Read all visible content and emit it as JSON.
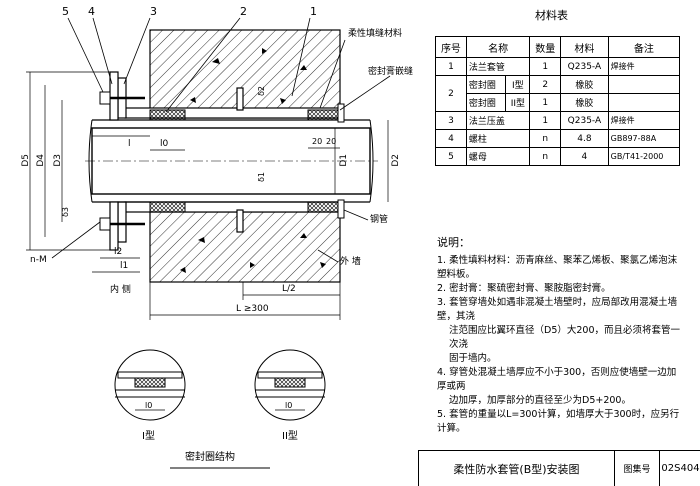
{
  "leaders": {
    "n5": "5",
    "n4": "4",
    "n3": "3",
    "n2": "2",
    "n1": "1",
    "fill_material": "柔性填缝材料",
    "sealant_seam": "密封膏嵌缝",
    "steel_pipe": "钢管",
    "outer_side": "外  墙",
    "inner_side": "内  侧",
    "bolt_spec": "n-M"
  },
  "dims": {
    "D5": "D5",
    "D4": "D4",
    "D3": "D3",
    "D1": "D1",
    "D2": "D2",
    "delta2": "δ2",
    "delta1": "δ1",
    "delta3": "δ3",
    "l": "l",
    "l0": "l0",
    "l2": "l2",
    "l1": "l1",
    "w20a": "20",
    "w20b": "20",
    "half_L": "L/2",
    "L": "L ≥300"
  },
  "table": {
    "title": "材料表",
    "headers": [
      "序号",
      "名称",
      "数量",
      "材料",
      "备注"
    ],
    "rows": [
      {
        "no": "1",
        "type": "",
        "name": "法兰套管",
        "qty": "1",
        "mat": "Q235-A",
        "note": "焊接件"
      },
      {
        "no": "2",
        "type": "I型",
        "name": "密封圈",
        "qty": "2",
        "mat": "橡胶",
        "note": ""
      },
      {
        "no": "",
        "type": "II型",
        "name": "密封圈",
        "qty": "1",
        "mat": "橡胶",
        "note": ""
      },
      {
        "no": "3",
        "type": "",
        "name": "法兰压盖",
        "qty": "1",
        "mat": "Q235-A",
        "note": "焊接件"
      },
      {
        "no": "4",
        "type": "",
        "name": "螺柱",
        "qty": "n",
        "mat": "4.8",
        "note": "GB897-88A"
      },
      {
        "no": "5",
        "type": "",
        "name": "螺母",
        "qty": "n",
        "mat": "4",
        "note": "GB/T41-2000"
      }
    ]
  },
  "notes": {
    "title": "说明：",
    "items": [
      "1. 柔性填料材料：沥青麻丝、聚苯乙烯板、聚氯乙烯泡沫塑料板。",
      "2. 密封膏：聚硫密封膏、聚胺脂密封膏。",
      "3. 套管穿墙处如遇非混凝土墙壁时，应局部改用混凝土墙壁，其浇",
      "注范围应比翼环直径（D5）大200，而且必须将套管一次浇",
      "固于墙内。",
      "4. 穿管处混凝土墙厚应不小于300，否则应使墙壁一边加厚或两",
      "边加厚，加厚部分的直径至少为D5+200。",
      "5. 套管的重量以L=300计算，如墙厚大于300时，应另行计算。"
    ]
  },
  "details": {
    "type1": "I型",
    "type2": "II型",
    "l0_a": "l0",
    "l0_b": "l0",
    "caption": "密封圈结构"
  },
  "title_block": {
    "title": "柔性防水套管(B型)安装图",
    "code_label": "图集号",
    "code_value": "02S404"
  }
}
